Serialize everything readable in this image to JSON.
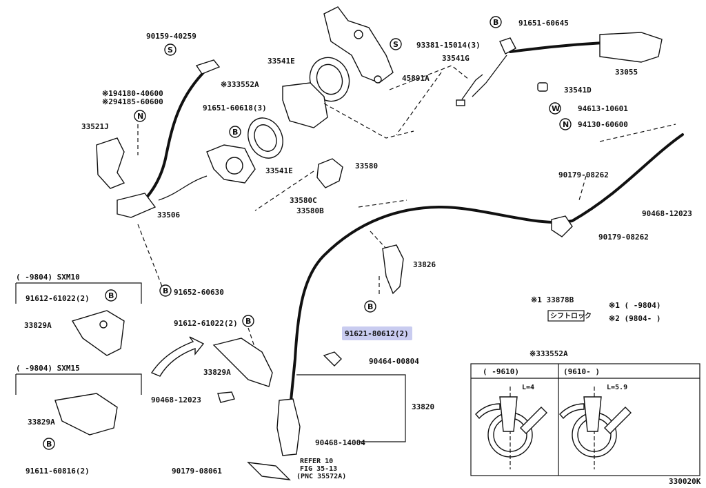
{
  "labels": {
    "p_90159_40259": "90159-40259",
    "p_94180_40600": "※194180-40600",
    "p_94185_60600": "※294185-60600",
    "p_33521J": "33521J",
    "p_33506": "33506",
    "p_91652_60630": "91652-60630",
    "p_33541E_top": "33541E",
    "p_333552A": "※333552A",
    "p_91651_60618": "91651-60618(3)",
    "p_33541E_mid": "33541E",
    "p_33580": "33580",
    "p_33580C": "33580C",
    "p_33580B": "33580B",
    "p_93381": "93381-15014(3)",
    "p_33541G": "33541G",
    "p_45891A": "45891A",
    "p_91651_60645": "91651-60645",
    "p_33055": "33055",
    "p_33541D": "33541D",
    "p_94613": "94613-10601",
    "p_94130": "94130-60600",
    "p_90179_08262a": "90179-08262",
    "p_90468_12023a": "90468-12023",
    "p_90179_08262b": "90179-08262",
    "p_33826": "33826",
    "p_91621": "91621-80612(2)",
    "p_90464": "90464-00804",
    "p_33820": "33820",
    "p_90468_14004": "90468-14004",
    "p_90179_08061": "90179-08061",
    "refer1": "REFER 10",
    "refer2": "FIG 35-13",
    "refer3": "(PNC 35572A)",
    "sxm10": "(   -9804) SXM10",
    "p_91612_a": "91612-61022(2)",
    "p_33829A_a": "33829A",
    "sxm15": "(   -9804) SXM15",
    "p_33829A_c": "33829A",
    "p_91611": "91611-60816(2)",
    "p_91612_b": "91612-61022(2)",
    "p_33829A_b": "33829A",
    "p_90468_12023b": "90468-12023",
    "note1": "※1 33878B",
    "note1_box": "シフトロック",
    "legend1": "※1 (    -9804)",
    "legend2": "※2 (9804-    )",
    "inset_title": "※333552A",
    "inset_col1": "(    -9610)",
    "inset_col2": "(9610-    )",
    "inset_L1": "L=4",
    "inset_L2": "L=5.9",
    "code": "330020K"
  },
  "symbols": {
    "S": "S",
    "N": "N",
    "B": "B",
    "W": "W"
  }
}
